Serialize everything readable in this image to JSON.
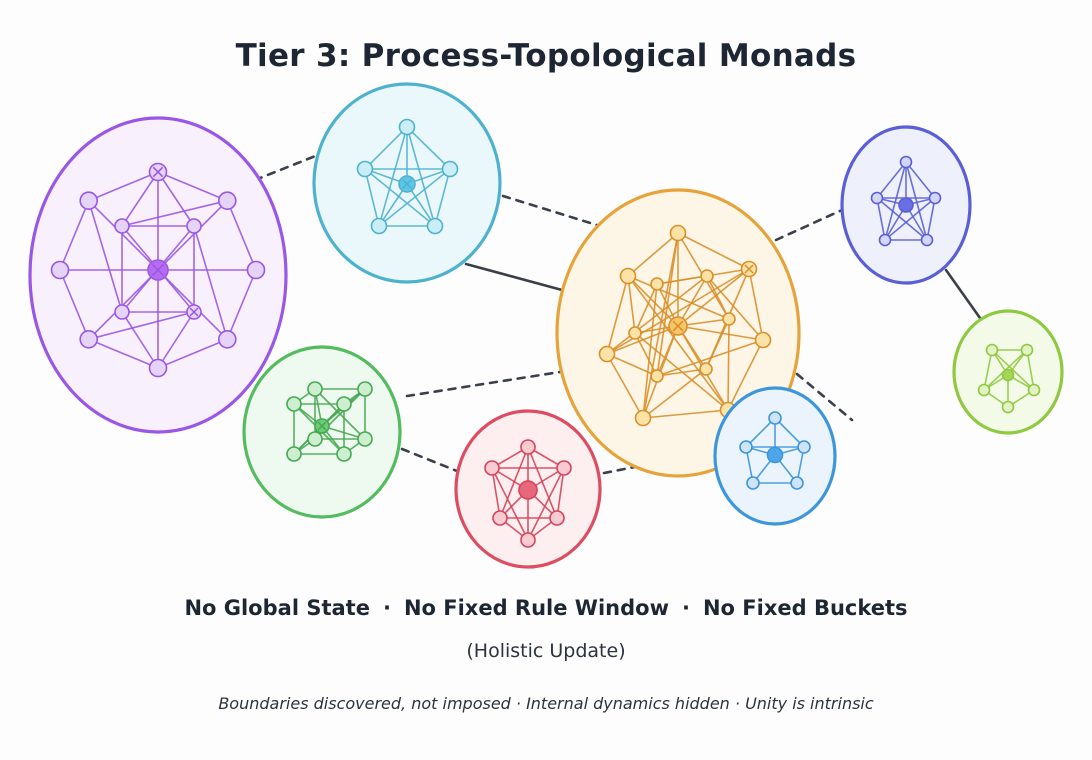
{
  "title": "Tier 3: Process-Topological Monads",
  "headline": {
    "parts": [
      "No Global State",
      "No Fixed Rule Window",
      "No Fixed Buckets"
    ],
    "separator": "·"
  },
  "subline": "(Holistic Update)",
  "footnote": "Boundaries discovered, not imposed · Internal dynamics hidden · Unity is intrinsic",
  "monads": [
    {
      "id": "purple",
      "stroke": "#9a57e6",
      "fill": "#f8f0fd",
      "node_stroke": "#9a57e6",
      "node_fill": "#e6d3f8",
      "core_fill": "#b56cf0",
      "graph": "octagon-cube"
    },
    {
      "id": "cyan",
      "stroke": "#4eb2cf",
      "fill": "#ebf8fb",
      "node_stroke": "#4eb2cf",
      "node_fill": "#cbedf6",
      "core_fill": "#5cc6e4",
      "graph": "pentagon-star"
    },
    {
      "id": "orange",
      "stroke": "#e6a33a",
      "fill": "#fdf5e6",
      "node_stroke": "#d9902a",
      "node_fill": "#fbe3a8",
      "core_fill": "#f5c56a",
      "graph": "dense-web"
    },
    {
      "id": "indigo",
      "stroke": "#5a5fd6",
      "fill": "#eef0fc",
      "node_stroke": "#5a5fd6",
      "node_fill": "#d4d6f7",
      "core_fill": "#6a70e4",
      "graph": "small-pentagon"
    },
    {
      "id": "lime",
      "stroke": "#8fc940",
      "fill": "#f4fae8",
      "node_stroke": "#8fc940",
      "node_fill": "#e2f2c4",
      "core_fill": "#a4d65a",
      "graph": "small-pentagon"
    },
    {
      "id": "green",
      "stroke": "#52bc5e",
      "fill": "#eef9ef",
      "node_stroke": "#45a852",
      "node_fill": "#cdeecf",
      "core_fill": "#6ccc75",
      "graph": "cube"
    },
    {
      "id": "red",
      "stroke": "#dd4d62",
      "fill": "#fdeef0",
      "node_stroke": "#d64358",
      "node_fill": "#f8cbd2",
      "core_fill": "#e8687b",
      "graph": "hexagon"
    },
    {
      "id": "blue",
      "stroke": "#3d96dc",
      "fill": "#ebf4fc",
      "node_stroke": "#3d96dc",
      "node_fill": "#cfe5f7",
      "core_fill": "#4ea6ea",
      "graph": "pentagon"
    }
  ],
  "links": [
    {
      "from": "purple",
      "to": "cyan",
      "style": "dashed"
    },
    {
      "from": "cyan",
      "to": "orange",
      "style": "dashed"
    },
    {
      "from": "cyan",
      "to": "orange",
      "style": "solid"
    },
    {
      "from": "orange",
      "to": "indigo",
      "style": "dashed"
    },
    {
      "from": "indigo",
      "to": "lime",
      "style": "solid"
    },
    {
      "from": "green",
      "to": "orange",
      "style": "dashed"
    },
    {
      "from": "green",
      "to": "red",
      "style": "dashed"
    },
    {
      "from": "red",
      "to": "orange",
      "style": "dashed"
    },
    {
      "from": "orange",
      "to": "offscreen-right",
      "style": "dashed"
    }
  ]
}
